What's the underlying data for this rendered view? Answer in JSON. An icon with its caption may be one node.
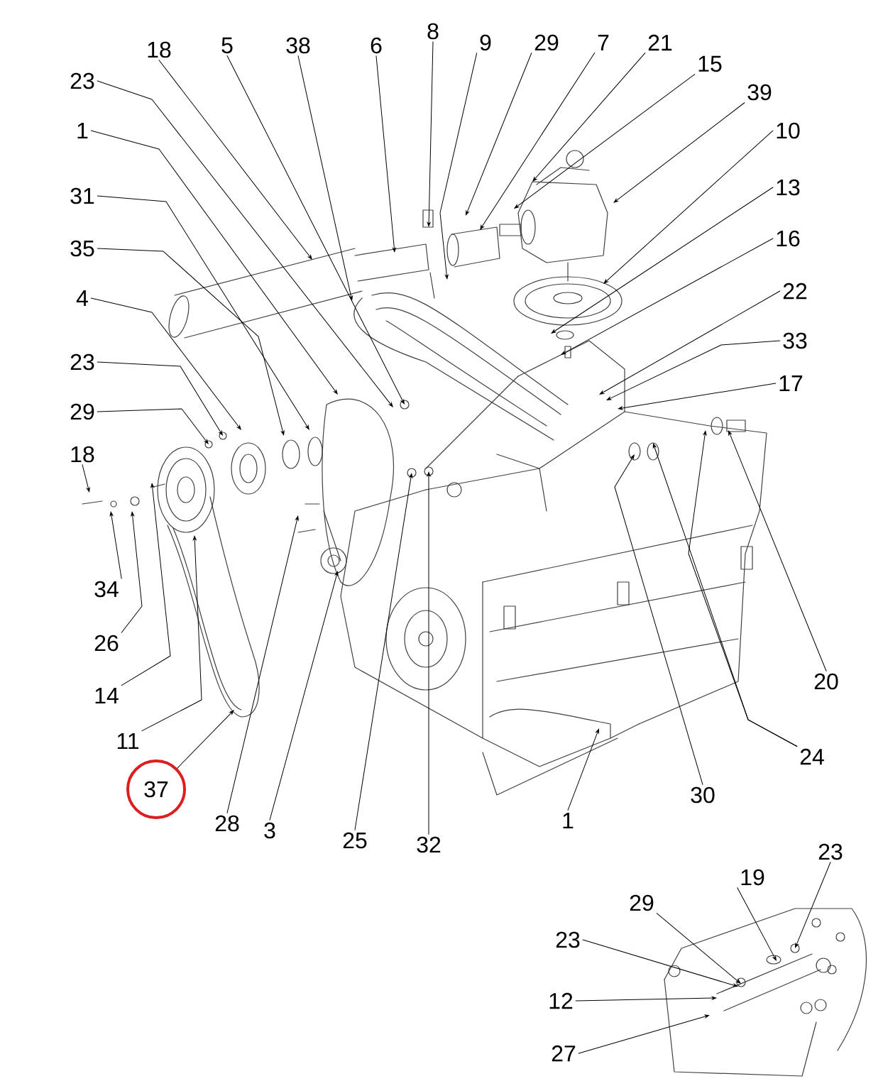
{
  "diagram": {
    "nodes": [
      {
        "text": [
          "18"
        ]
      },
      {
        "text": [
          "5"
        ]
      },
      {
        "text": [
          "38"
        ]
      },
      {
        "text": [
          "6"
        ]
      },
      {
        "text": [
          "8"
        ]
      },
      {
        "text": [
          "9"
        ]
      },
      {
        "text": [
          "29"
        ]
      },
      {
        "text": [
          "7"
        ]
      },
      {
        "text": [
          "21"
        ]
      },
      {
        "text": [
          "15"
        ]
      },
      {
        "text": [
          "39"
        ]
      },
      {
        "text": [
          "23"
        ]
      },
      {
        "text": [
          "1"
        ]
      },
      {
        "text": [
          "10"
        ]
      },
      {
        "text": [
          "13"
        ]
      },
      {
        "text": [
          "31"
        ]
      },
      {
        "text": [
          "16"
        ]
      },
      {
        "text": [
          "35"
        ]
      },
      {
        "text": [
          "22"
        ]
      },
      {
        "text": [
          "4"
        ]
      },
      {
        "text": [
          "33"
        ]
      },
      {
        "text": [
          "23"
        ]
      },
      {
        "text": [
          "17"
        ]
      },
      {
        "text": [
          "29"
        ]
      },
      {
        "text": [
          "18"
        ]
      },
      {
        "text": [
          "34"
        ]
      },
      {
        "text": [
          "26"
        ]
      },
      {
        "text": [
          "20"
        ]
      },
      {
        "text": [
          "14"
        ]
      },
      {
        "text": [
          "11"
        ]
      },
      {
        "text": [
          "24"
        ]
      },
      {
        "text": [
          "37"
        ]
      },
      {
        "text": [
          "30"
        ]
      },
      {
        "text": [
          "1"
        ]
      },
      {
        "text": [
          "28"
        ]
      },
      {
        "text": [
          "3"
        ]
      },
      {
        "text": [
          "25"
        ]
      },
      {
        "text": [
          "32"
        ]
      },
      {
        "text": [
          "23"
        ]
      },
      {
        "text": [
          "19"
        ]
      },
      {
        "text": [
          "29"
        ]
      },
      {
        "text": [
          "23"
        ]
      },
      {
        "text": [
          "12"
        ]
      },
      {
        "text": [
          "27"
        ]
      }
    ],
    "edges": [
      {
        "from": 0,
        "to": null,
        "arrow": "to"
      },
      {
        "from": 1,
        "to": null,
        "arrow": "to"
      },
      {
        "from": 2,
        "to": null,
        "arrow": "to"
      },
      {
        "from": 3,
        "to": null,
        "arrow": "to"
      },
      {
        "from": 4,
        "to": null,
        "arrow": "to"
      },
      {
        "from": 5,
        "to": null,
        "arrow": "to"
      },
      {
        "from": 6,
        "to": null,
        "arrow": "to"
      },
      {
        "from": 7,
        "to": null,
        "arrow": "to"
      },
      {
        "from": 8,
        "to": null,
        "arrow": "to"
      },
      {
        "from": 9,
        "to": null,
        "arrow": "to"
      },
      {
        "from": 10,
        "to": null,
        "arrow": "to"
      },
      {
        "from": 11,
        "to": null,
        "arrow": "to"
      },
      {
        "from": 12,
        "to": null,
        "arrow": "to"
      },
      {
        "from": 13,
        "to": null,
        "arrow": "to"
      },
      {
        "from": 14,
        "to": null,
        "arrow": "to"
      },
      {
        "from": 15,
        "to": null,
        "arrow": "to"
      },
      {
        "from": 16,
        "to": null,
        "arrow": "to"
      },
      {
        "from": 17,
        "to": null,
        "arrow": "to"
      },
      {
        "from": 18,
        "to": null,
        "arrow": "to"
      },
      {
        "from": 19,
        "to": null,
        "arrow": "to"
      },
      {
        "from": 20,
        "to": null,
        "arrow": "to"
      },
      {
        "from": 21,
        "to": null,
        "arrow": "to"
      },
      {
        "from": 22,
        "to": null,
        "arrow": "to"
      },
      {
        "from": 23,
        "to": null,
        "arrow": "to"
      },
      {
        "from": 24,
        "to": null,
        "arrow": "to"
      },
      {
        "from": 25,
        "to": null,
        "arrow": "to"
      },
      {
        "from": 26,
        "to": null,
        "arrow": "to"
      },
      {
        "from": 27,
        "to": null,
        "arrow": "to"
      },
      {
        "from": 28,
        "to": null,
        "arrow": "to"
      },
      {
        "from": 29,
        "to": null,
        "arrow": "to"
      },
      {
        "from": 30,
        "to": null,
        "arrow": "to"
      },
      {
        "from": 30,
        "to": null,
        "arrow": "to"
      },
      {
        "from": 31,
        "to": null,
        "arrow": "to"
      },
      {
        "from": 32,
        "to": null,
        "arrow": "to"
      },
      {
        "from": 33,
        "to": null,
        "arrow": "to"
      },
      {
        "from": 34,
        "to": null,
        "arrow": "to"
      },
      {
        "from": 35,
        "to": null,
        "arrow": "to"
      },
      {
        "from": 36,
        "to": null,
        "arrow": "to"
      },
      {
        "from": 37,
        "to": null,
        "arrow": "to"
      },
      {
        "from": 38,
        "to": null,
        "arrow": "to"
      },
      {
        "from": 39,
        "to": null,
        "arrow": "to"
      },
      {
        "from": 40,
        "to": null,
        "arrow": "to"
      },
      {
        "from": 41,
        "to": null,
        "arrow": "to"
      },
      {
        "from": 42,
        "to": null,
        "arrow": "to"
      },
      {
        "from": 43,
        "to": null,
        "arrow": "to"
      }
    ]
  }
}
